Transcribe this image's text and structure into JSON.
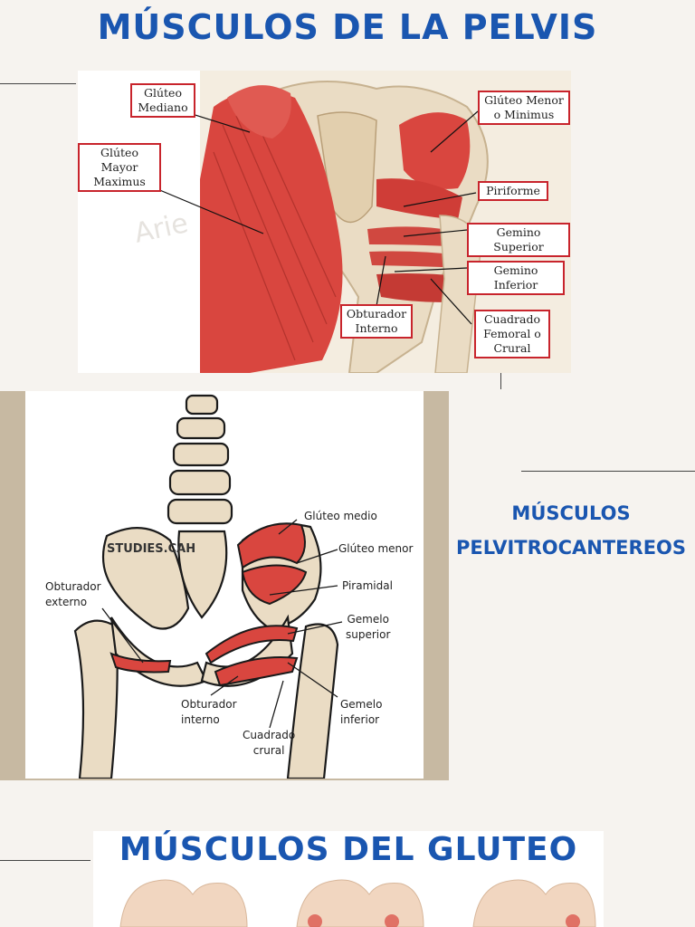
{
  "page": {
    "title": "MÚSCULOS DE LA PELVIS",
    "side_title_line1": "MÚSCULOS",
    "side_title_line2": "PELVITROCANTEREOS",
    "bottom_title": "MÚSCULOS DEL GLUTEO"
  },
  "top_figure": {
    "labels": {
      "gluteo_mediano_1": "Glúteo",
      "gluteo_mediano_2": "Mediano",
      "gluteo_mayor_1": "Glúteo Mayor",
      "gluteo_mayor_2": "Maximus",
      "gluteo_menor_1": "Glúteo Menor",
      "gluteo_menor_2": "o Minimus",
      "piriforme": "Piriforme",
      "gemino_superior": "Gemino Superior",
      "gemino_inferior": "Gemino Inferior",
      "obturador_interno_1": "Obturador",
      "obturador_interno_2": "Interno",
      "cuadrado_1": "Cuadrado",
      "cuadrado_2": "Femoral o",
      "cuadrado_3": "Crural"
    }
  },
  "mid_figure": {
    "watermark": "STUDIES.CAH",
    "labels": {
      "gluteo_medio": "Glúteo medio",
      "gluteo_menor": "Glúteo menor",
      "piramidal": "Piramidal",
      "gemelo_superior_1": "Gemelo",
      "gemelo_superior_2": "superior",
      "gemelo_inferior_1": "Gemelo",
      "gemelo_inferior_2": "inferior",
      "obturador_externo_1": "Obturador",
      "obturador_externo_2": "externo",
      "obturador_interno_1": "Obturador",
      "obturador_interno_2": "interno",
      "cuadrado_1": "Cuadrado",
      "cuadrado_2": "crural"
    }
  },
  "colors": {
    "title_blue": "#1a56b0",
    "label_border": "#c8242c",
    "muscle_red": "#d9463f",
    "bone": "#eadcc4"
  }
}
